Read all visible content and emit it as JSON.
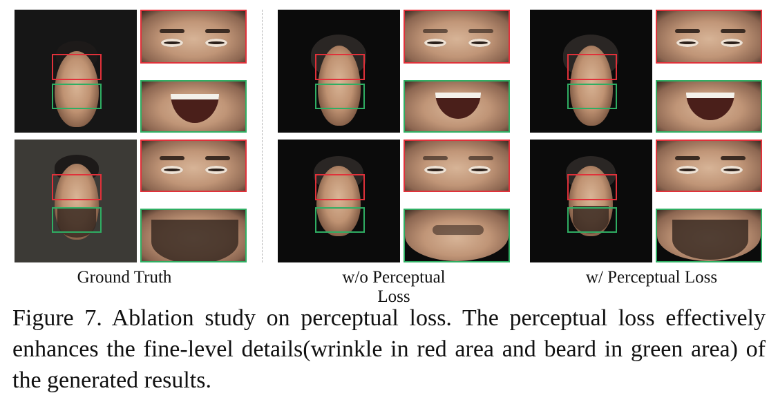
{
  "figure": {
    "panels": [
      {
        "label": "Ground Truth"
      },
      {
        "label": "w/o Perceptual Loss"
      },
      {
        "label": "w/ Perceptual Loss"
      }
    ],
    "highlight_colors": {
      "red": "#e0313a",
      "green": "#2fae63"
    },
    "caption": "Figure 7. Ablation study on perceptual loss. The perceptual loss effectively enhances the fine-level details(wrinkle in red area and beard in green area) of the generated results."
  }
}
